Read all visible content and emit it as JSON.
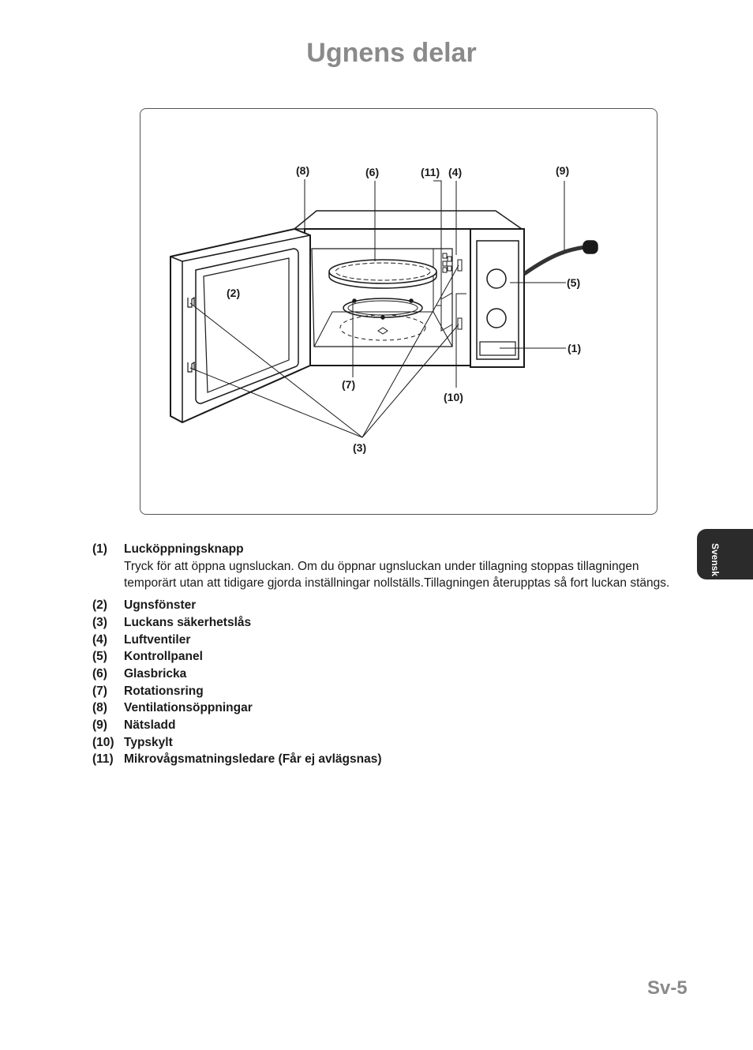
{
  "page": {
    "title": "Ugnens delar",
    "side_tab": "Svensk",
    "page_number": "Sv-5"
  },
  "diagram": {
    "callouts": {
      "c1": "(1)",
      "c2": "(2)",
      "c3": "(3)",
      "c4": "(4)",
      "c5": "(5)",
      "c6": "(6)",
      "c7": "(7)",
      "c8": "(8)",
      "c9": "(9)",
      "c10": "(10)",
      "c11": "(11)"
    }
  },
  "legend": {
    "items": [
      {
        "num": "(1)",
        "name": "Lucköppningsknapp",
        "desc": "Tryck för att öppna ugnsluckan. Om du öppnar ugnsluckan under tillagning stoppas tillagningen temporärt utan att tidigare gjorda inställningar nollställs.Tillagningen återupptas så fort luckan stängs."
      },
      {
        "num": "(2)",
        "name": "Ugnsfönster"
      },
      {
        "num": "(3)",
        "name": "Luckans säkerhetslås"
      },
      {
        "num": "(4)",
        "name": "Luftventiler"
      },
      {
        "num": "(5)",
        "name": "Kontrollpanel"
      },
      {
        "num": "(6)",
        "name": "Glasbricka"
      },
      {
        "num": "(7)",
        "name": "Rotationsring"
      },
      {
        "num": "(8)",
        "name": "Ventilationsöppningar"
      },
      {
        "num": "(9)",
        "name": "Nätsladd"
      },
      {
        "num": "(10)",
        "name": "Typskylt"
      },
      {
        "num": "(11)",
        "name": "Mikrovågsmatningsledare (Får ej avlägsnas)"
      }
    ]
  }
}
